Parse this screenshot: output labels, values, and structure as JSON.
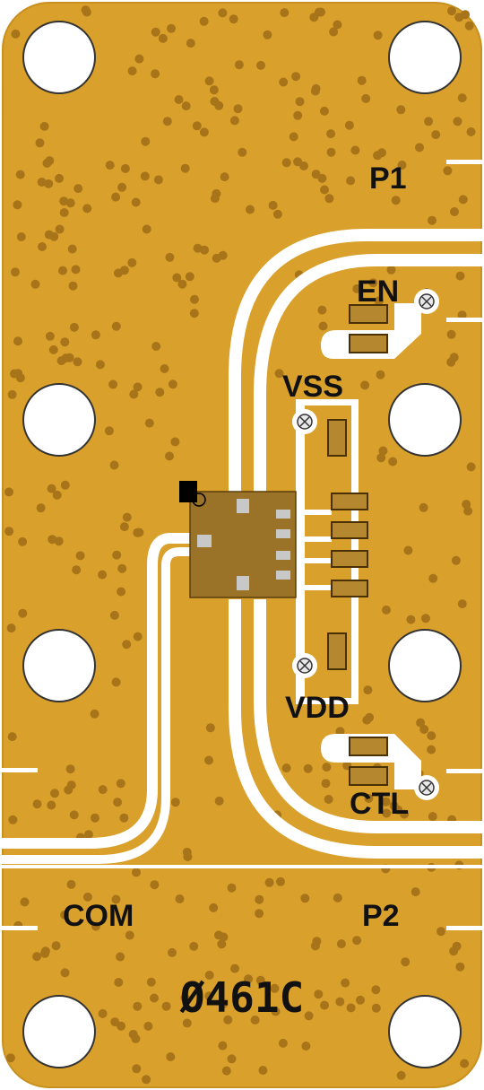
{
  "colors": {
    "board": "#D9A02C",
    "trace": "#FFFFFF",
    "via": "#A8741A",
    "chip": "#9A7228",
    "component": "#8B5A10",
    "text": "#111111"
  },
  "ports": {
    "p1": "P1",
    "p2": "P2",
    "com": "COM"
  },
  "pins": {
    "en": "EN",
    "vss": "VSS",
    "vdd": "VDD",
    "ctl": "CTL"
  },
  "board_id": "Ø461C"
}
